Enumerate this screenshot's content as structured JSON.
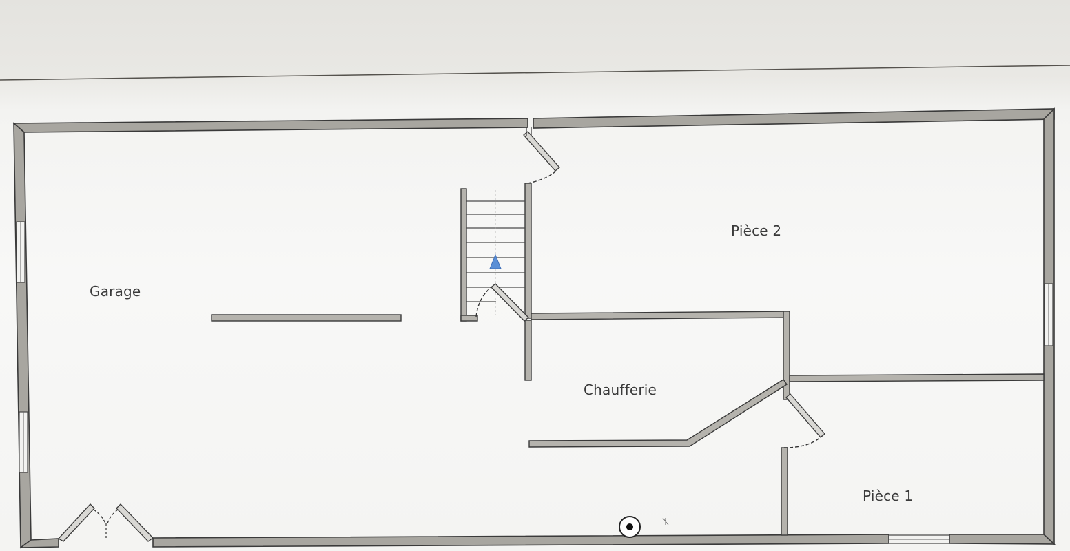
{
  "rooms": {
    "garage": "Garage",
    "piece2": "Pièce 2",
    "chaufferie": "Chaufferie",
    "piece1": "Pièce 1"
  },
  "colors": {
    "wall_fill": "#9e9c96",
    "wall_outline": "#3c3c3c",
    "background": "#f6f6f4",
    "stair_arrow": "#5a8fd6"
  }
}
